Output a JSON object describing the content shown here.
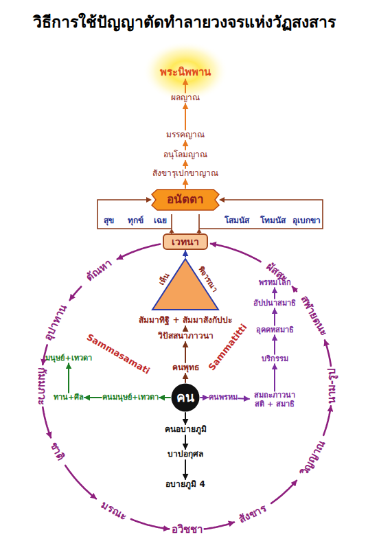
{
  "diagram": {
    "title": "วิธีการใช้ปัญญาตัดทำลายวงจรแห่งวัฏสงสาร",
    "nodes": [
      {
        "text": [
          "พระนิพพาน"
        ]
      },
      {
        "text": [
          "ผลญาณ"
        ]
      },
      {
        "text": [
          "มรรคญาณ"
        ]
      },
      {
        "text": [
          "อนุโลมญาณ"
        ]
      },
      {
        "text": [
          "สังขารุเปกขาญาณ"
        ]
      },
      {
        "text": [
          "อนัตตา"
        ]
      },
      {
        "text": [
          "เวทนา"
        ]
      },
      {
        "text": [
          "เห็น",
          "พิจารณา"
        ]
      },
      {
        "text": [
          "สัมมาทิฐิ + สัมมาสังกัปปะ"
        ]
      },
      {
        "text": [
          "วิปัสสนาภาวนา"
        ]
      },
      {
        "text": [
          "คนพุทธ"
        ]
      },
      {
        "text": [
          "มนุษย์+เทวดา"
        ]
      },
      {
        "text": [
          "ทาน+ศีล"
        ]
      },
      {
        "text": [
          "คนมนุษย์+เทวดา"
        ]
      },
      {
        "text": [
          "คน"
        ]
      },
      {
        "text": [
          "คนพรหม"
        ]
      },
      {
        "text": [
          "สมถะภาวนา สติ + สมาธิ"
        ]
      },
      {
        "text": [
          "บริกรรม"
        ]
      },
      {
        "text": [
          "อุคคหสมาธิ"
        ]
      },
      {
        "text": [
          "อัปปนาสมาธิ"
        ]
      },
      {
        "text": [
          "พรหมโลก"
        ]
      },
      {
        "text": [
          "คนอบายภูมิ"
        ]
      },
      {
        "text": [
          "บาปอกุศล"
        ]
      },
      {
        "text": [
          "อบายภูมิ 4"
        ]
      },
      {
        "text": [
          "ตัณหา"
        ]
      },
      {
        "text": [
          "อุปาทาน"
        ]
      },
      {
        "text": [
          "กัมมภวะ"
        ]
      },
      {
        "text": [
          "ชาติ"
        ]
      },
      {
        "text": [
          "มรณะ"
        ]
      },
      {
        "text": [
          "อวิชชา"
        ]
      },
      {
        "text": [
          "สังขาร"
        ]
      },
      {
        "text": [
          "วิญญาณ"
        ]
      },
      {
        "text": [
          "นาม-รูป"
        ]
      },
      {
        "text": [
          "สฬายตนะ"
        ]
      },
      {
        "text": [
          "ผัสสะ"
        ]
      }
    ],
    "edges": [
      {
        "from": 1,
        "to": 0,
        "arrow": "to"
      },
      {
        "from": 2,
        "to": 1,
        "arrow": "to"
      },
      {
        "from": 3,
        "to": 2,
        "arrow": "to"
      },
      {
        "from": 4,
        "to": 3,
        "arrow": "to"
      },
      {
        "from": 5,
        "to": 4,
        "arrow": "to"
      },
      {
        "from": 7,
        "to": 6,
        "arrow": "to"
      },
      {
        "from": 9,
        "to": 8,
        "arrow": "to"
      },
      {
        "from": 10,
        "to": 9,
        "arrow": "to"
      },
      {
        "from": 14,
        "to": 10,
        "arrow": "to"
      },
      {
        "from": 14,
        "to": 13,
        "arrow": "to"
      },
      {
        "from": 13,
        "to": 12,
        "arrow": "to"
      },
      {
        "from": 12,
        "to": 11,
        "arrow": "to"
      },
      {
        "from": 14,
        "to": 15,
        "arrow": "to"
      },
      {
        "from": 15,
        "to": 16,
        "arrow": "to"
      },
      {
        "from": 16,
        "to": 17,
        "arrow": "to"
      },
      {
        "from": 17,
        "to": 18,
        "arrow": "to"
      },
      {
        "from": 18,
        "to": 19,
        "arrow": "to"
      },
      {
        "from": 19,
        "to": 20,
        "arrow": "to"
      },
      {
        "from": 14,
        "to": 21,
        "arrow": "to"
      },
      {
        "from": 21,
        "to": 22,
        "arrow": "to"
      },
      {
        "from": 22,
        "to": 23,
        "arrow": "to"
      },
      {
        "from": 6,
        "to": 24,
        "arrow": "to"
      },
      {
        "from": 24,
        "to": 25,
        "arrow": "to"
      },
      {
        "from": 25,
        "to": 26,
        "arrow": "to"
      },
      {
        "from": 26,
        "to": 27,
        "arrow": "to"
      },
      {
        "from": 27,
        "to": 28,
        "arrow": "to"
      },
      {
        "from": 28,
        "to": 29,
        "arrow": "to"
      },
      {
        "from": 29,
        "to": 30,
        "arrow": "to"
      },
      {
        "from": 30,
        "to": 31,
        "arrow": "to"
      },
      {
        "from": 31,
        "to": 32,
        "arrow": "to"
      },
      {
        "from": 32,
        "to": 33,
        "arrow": "to"
      },
      {
        "from": 33,
        "to": 34,
        "arrow": "to"
      },
      {
        "from": 34,
        "to": 6,
        "arrow": "to"
      }
    ],
    "labels": [
      "สุข",
      "ทุกข์",
      "เฉย",
      "โสมนัส",
      "โทมนัส",
      "อุเบกขา",
      "Sammasamati",
      "Sammatitti"
    ]
  }
}
